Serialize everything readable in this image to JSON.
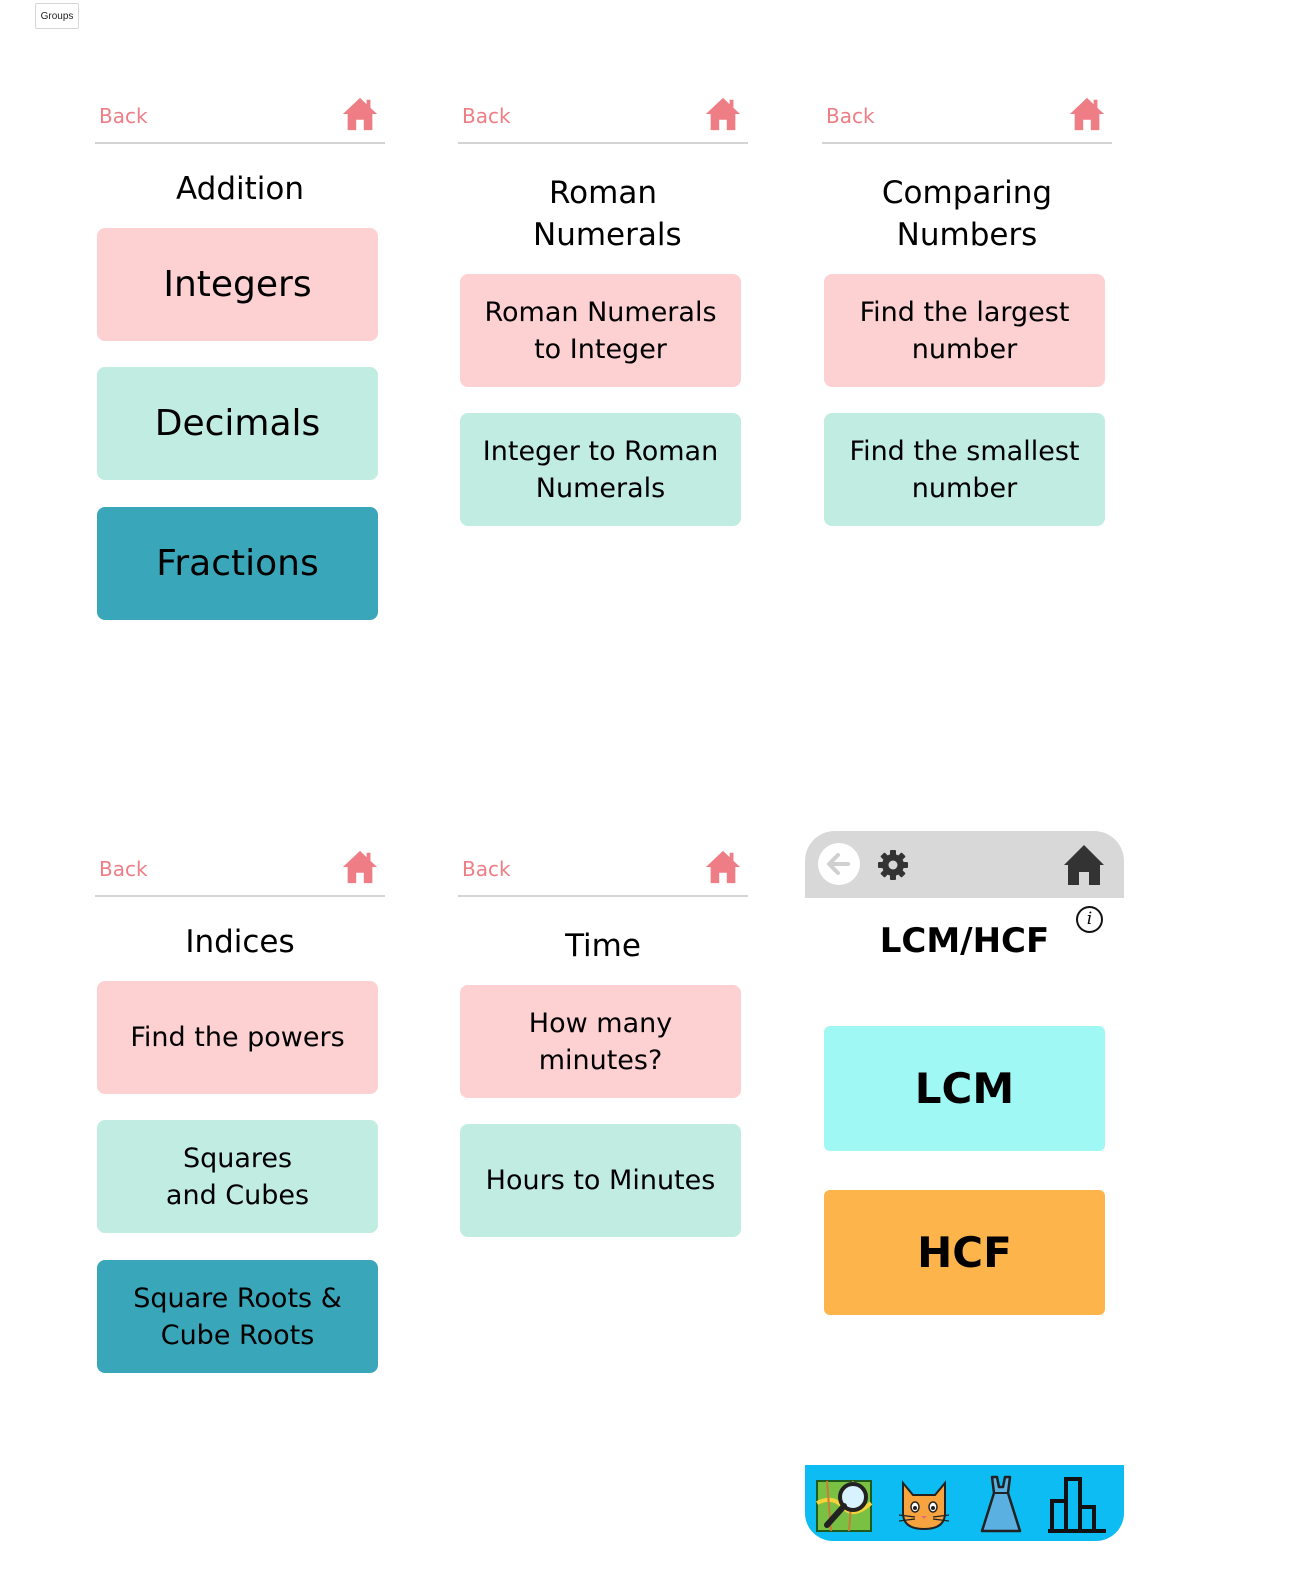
{
  "groups_label": "Groups",
  "colors": {
    "back_text": "#ee7d86",
    "home_icon": "#ee7d86",
    "tile_pink": "#fdd0d2",
    "tile_mint": "#c1ece2",
    "tile_teal": "#3aa6b9",
    "lcm_button": "#a0f8f4",
    "hcf_button": "#fdb44b",
    "bottom_bar": "#0cbcf2",
    "phone_topbar": "#d8d8d8"
  },
  "panels": [
    {
      "back": "Back",
      "title": "Addition",
      "tiles": [
        "Integers",
        "Decimals",
        "Fractions"
      ]
    },
    {
      "back": "Back",
      "title": "Roman Numerals",
      "tiles": [
        "Roman Numerals to Integer",
        "Integer to Roman Numerals"
      ]
    },
    {
      "back": "Back",
      "title": "Comparing Numbers",
      "tiles": [
        "Find the largest number",
        "Find the smallest number"
      ]
    },
    {
      "back": "Back",
      "title": "Indices",
      "tiles": [
        "Find the powers",
        "Squares and Cubes",
        "Square Roots & Cube Roots"
      ]
    },
    {
      "back": "Back",
      "title": "Time",
      "tiles": [
        "How many minutes?",
        "Hours to Minutes"
      ]
    }
  ],
  "lcm_panel": {
    "title": "LCM/HCF",
    "info": "i",
    "buttons": [
      "LCM",
      "HCF"
    ],
    "top_icons": [
      "back-arrow-icon",
      "gear-icon",
      "home-icon",
      "info-icon"
    ],
    "nav_icons": [
      "map-search-icon",
      "cat-icon",
      "dress-icon",
      "bar-chart-icon"
    ]
  }
}
